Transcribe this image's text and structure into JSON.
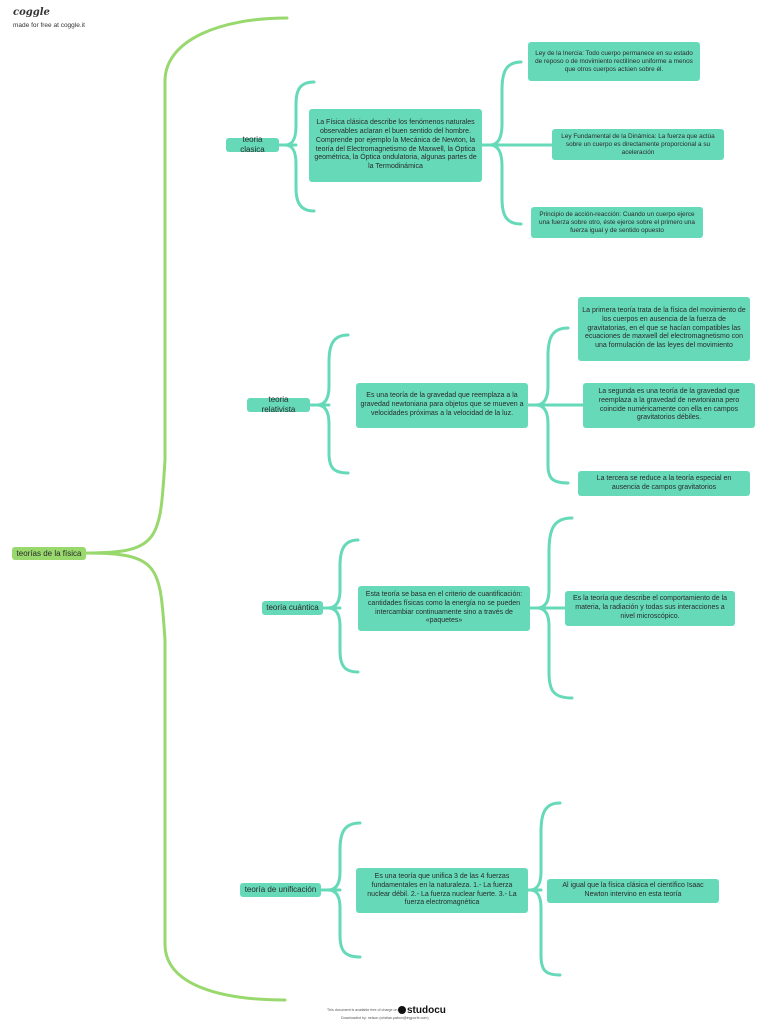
{
  "brand": {
    "logo": "coggle",
    "tagline": "made for free at coggle.it"
  },
  "root": {
    "label": "teorías de la física"
  },
  "branches": [
    {
      "label": "teoria clasica",
      "description": "La Física clásica describe los fenómenos naturales observables aclaran el buen sentido del hombre. Comprende por ejemplo la Mecánica de Newton, la teoría del Electromagnetismo de Maxwell, la Óptica geométrica, la Óptica ondulatoria, algunas partes de la Termodinámica",
      "details": [
        "Ley de la Inercia: Todo cuerpo permanece en su estado de reposo o de movimiento rectilíneo uniforme a menos que otros cuerpos actúen sobre él.",
        "Ley Fundamental de la Dinámica: La fuerza que actúa sobre un cuerpo es directamente proporcional a su aceleración",
        "Principio de acción-reacción: Cuando un cuerpo ejerce una fuerza sobre otro, éste ejerce sobre el primero una fuerza igual y de sentido opuesto"
      ]
    },
    {
      "label": "teoria relativista",
      "description": "Es una teoría de la gravedad que reemplaza a la gravedad newtoniana para objetos que se mueven a velocidades próximas a la velocidad de la luz.",
      "details": [
        "La primera teoría trata de la física del movimiento de los cuerpos en ausencia de la fuerza de gravitatorias, en el que se hacían compatibles las ecuaciones de maxwell del electromagnetismo con una formulación de las leyes del movimiento",
        "La segunda es una teoría de la gravedad que reemplaza a la gravedad de newtoniana pero coincide numéricamente con ella en campos gravitatorios débiles.",
        "La tercera se reduce a la teoría especial en ausencia de campos gravitatorios"
      ]
    },
    {
      "label": "teoría cuántica",
      "description": "Esta teoría se basa en el criterio de cuantificación: cantidades físicas como la energía no se pueden intercambiar continuamente sino a través de «paquetes»",
      "details": [
        "Es la teoría que describe el comportamiento de la materia, la radiación y todas sus interacciones a nivel microscópico."
      ]
    },
    {
      "label": "teoría de unificación",
      "description": "Es una teoría que unifica 3 de las 4 fuerzas fundamentales en la naturaleza. 1.- La fuerza nuclear débil. 2.- La fuerza nuclear fuerte. 3.- La fuerza electromagnética",
      "details": [
        "Al igual que la física clásica el científico Isaac Newton intervino en esta teoría"
      ]
    }
  ],
  "footer": {
    "note": "This document is available free of charge on",
    "downloaded": "Downloaded by: nelson (cristian.pabon@ingporfe.com)",
    "logo": "studocu"
  },
  "colors": {
    "root": "#98d86d",
    "node": "#66d9b9",
    "root_link": "#98d86d",
    "link": "#66d9b9"
  }
}
